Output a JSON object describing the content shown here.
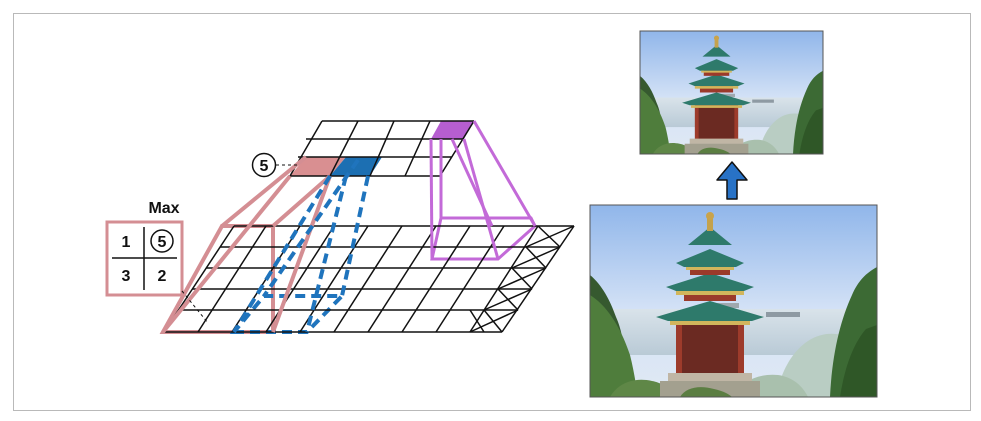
{
  "diagram": {
    "pooling_window": {
      "label": "Max",
      "cells": [
        "1",
        "5",
        "3",
        "2"
      ],
      "max_value": "5"
    },
    "callout_value": "5"
  },
  "colors": {
    "frame_border": "#b9b9b9",
    "pink": "#d48e93",
    "pink_fill": "#d98f91",
    "blue": "#1f74bd",
    "blue_fill": "#1c6fb2",
    "purple": "#c36ad8",
    "purple_fill": "#b65ed0",
    "grid": "#111111",
    "arrow_fill": "#2872c6",
    "arrow_stroke": "#111111"
  },
  "icons": {
    "arrow": "up-arrow-icon",
    "photo_small": "pagoda-photo-downsampled",
    "photo_large": "pagoda-photo-original"
  }
}
